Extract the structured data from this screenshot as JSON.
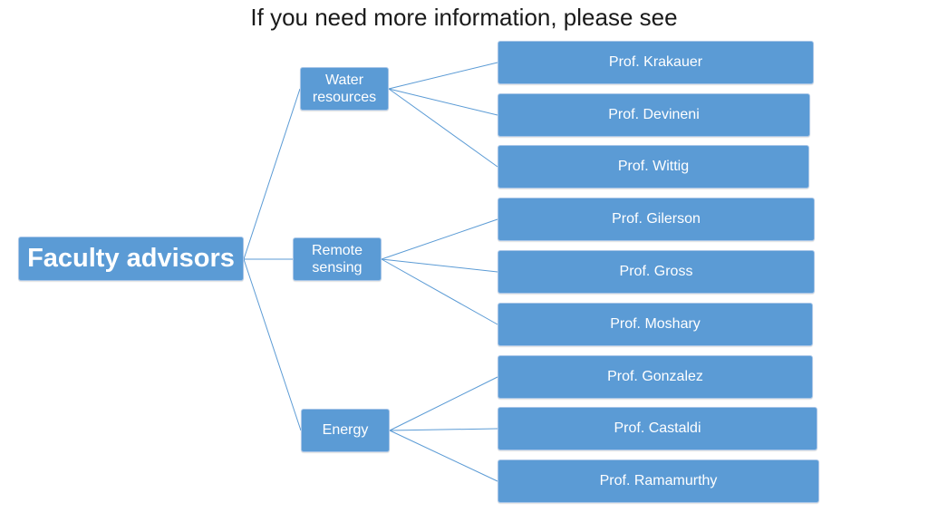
{
  "slide": {
    "title": "If you need more information, please see"
  },
  "root": {
    "label": "Faculty advisors"
  },
  "branches": [
    {
      "label": "Water resources",
      "leaves": [
        "Prof. Krakauer",
        "Prof. Devineni",
        "Prof. Wittig"
      ]
    },
    {
      "label": "Remote sensing",
      "leaves": [
        "Prof. Gilerson",
        "Prof. Gross",
        "Prof. Moshary"
      ]
    },
    {
      "label": "Energy",
      "leaves": [
        "Prof. Gonzalez",
        "Prof. Castaldi",
        "Prof. Ramamurthy"
      ]
    }
  ],
  "colors": {
    "node_fill": "#5b9bd5",
    "node_text": "#ffffff",
    "connector": "#5b9bd5"
  }
}
